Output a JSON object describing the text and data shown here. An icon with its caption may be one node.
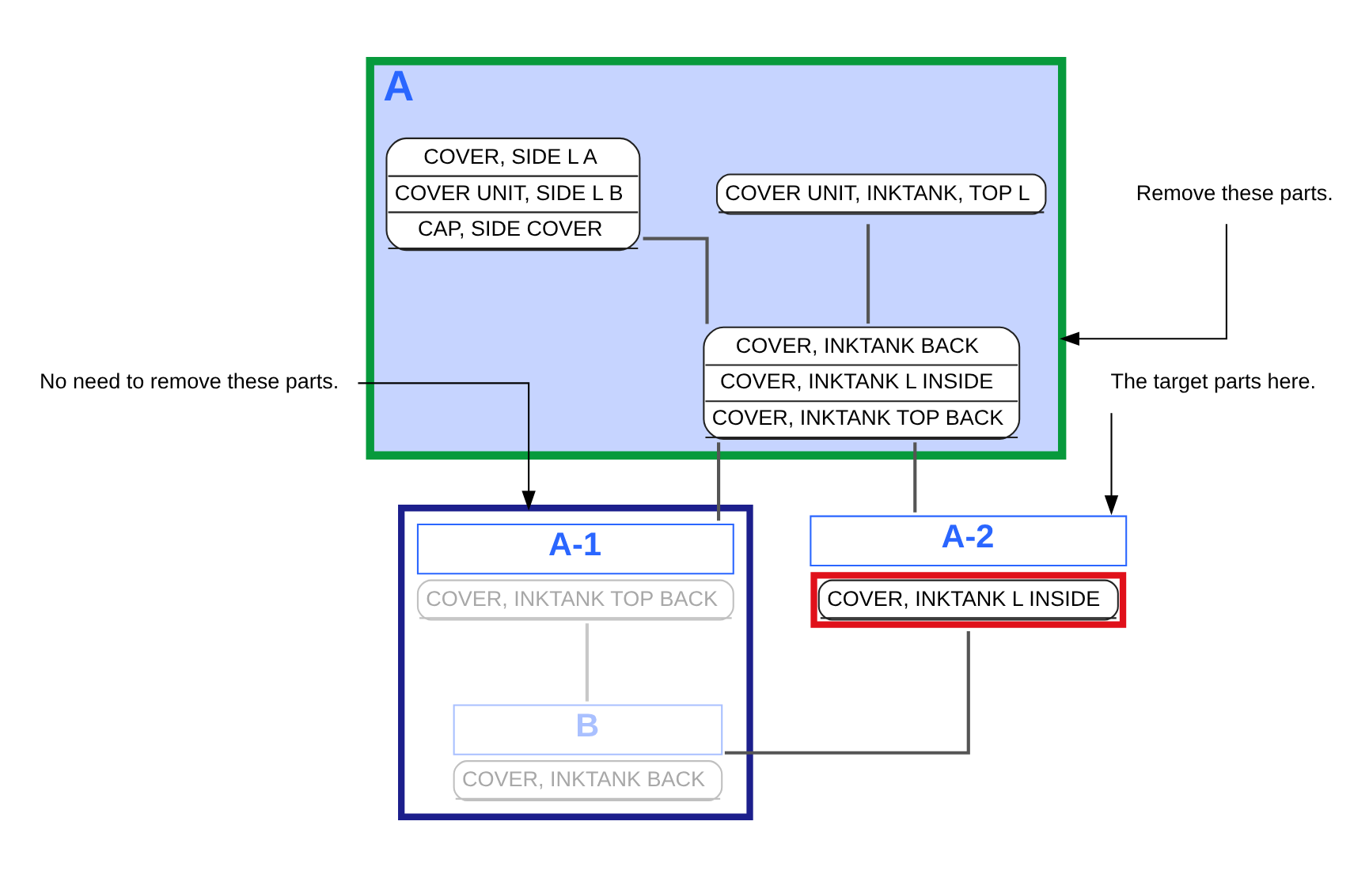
{
  "diagram": {
    "nodes": [
      {
        "text": [
          "A"
        ]
      },
      {
        "text": [
          "COVER UNIT, INKTANK, TOP L"
        ],
        "in": 0
      },
      {
        "text": [
          "COVER, SIDE L A",
          "COVER UNIT, SIDE L B",
          "CAP, SIDE COVER"
        ],
        "in": 0
      },
      {
        "text": [
          "COVER, INKTANK BACK",
          "COVER, INKTANK L INSIDE",
          "COVER, INKTANK TOP BACK"
        ],
        "in": 0
      },
      {
        "text": [
          "Remove these parts."
        ]
      },
      {
        "text": [],
        "shape": "box"
      },
      {
        "text": [
          "A-1",
          "COVER, INKTANK TOP BACK"
        ],
        "in": 5
      },
      {
        "text": [
          "A-2",
          "COVER, INKTANK L INSIDE"
        ]
      },
      {
        "text": [
          "The target parts here."
        ]
      },
      {
        "text": [
          "No need to remove these parts."
        ]
      },
      {
        "text": [
          "B",
          "COVER, INKTANK BACK"
        ],
        "in": 5
      }
    ],
    "edges": [
      {
        "from": 1,
        "to": 3,
        "arrow": "none"
      },
      {
        "from": 2,
        "to": 3,
        "arrow": "none"
      },
      {
        "from": 3,
        "to": 6,
        "arrow": "none"
      },
      {
        "from": 3,
        "to": 7,
        "arrow": "none"
      },
      {
        "from": 6,
        "to": 10,
        "arrow": "none",
        "color": "#c8c8c8"
      },
      {
        "from": 7,
        "to": 10,
        "arrow": "none"
      },
      {
        "from": 4,
        "to": 0,
        "arrow": "to"
      },
      {
        "from": 8,
        "to": 7,
        "arrow": "to"
      },
      {
        "from": 9,
        "to": 5,
        "arrow": "to"
      }
    ]
  }
}
